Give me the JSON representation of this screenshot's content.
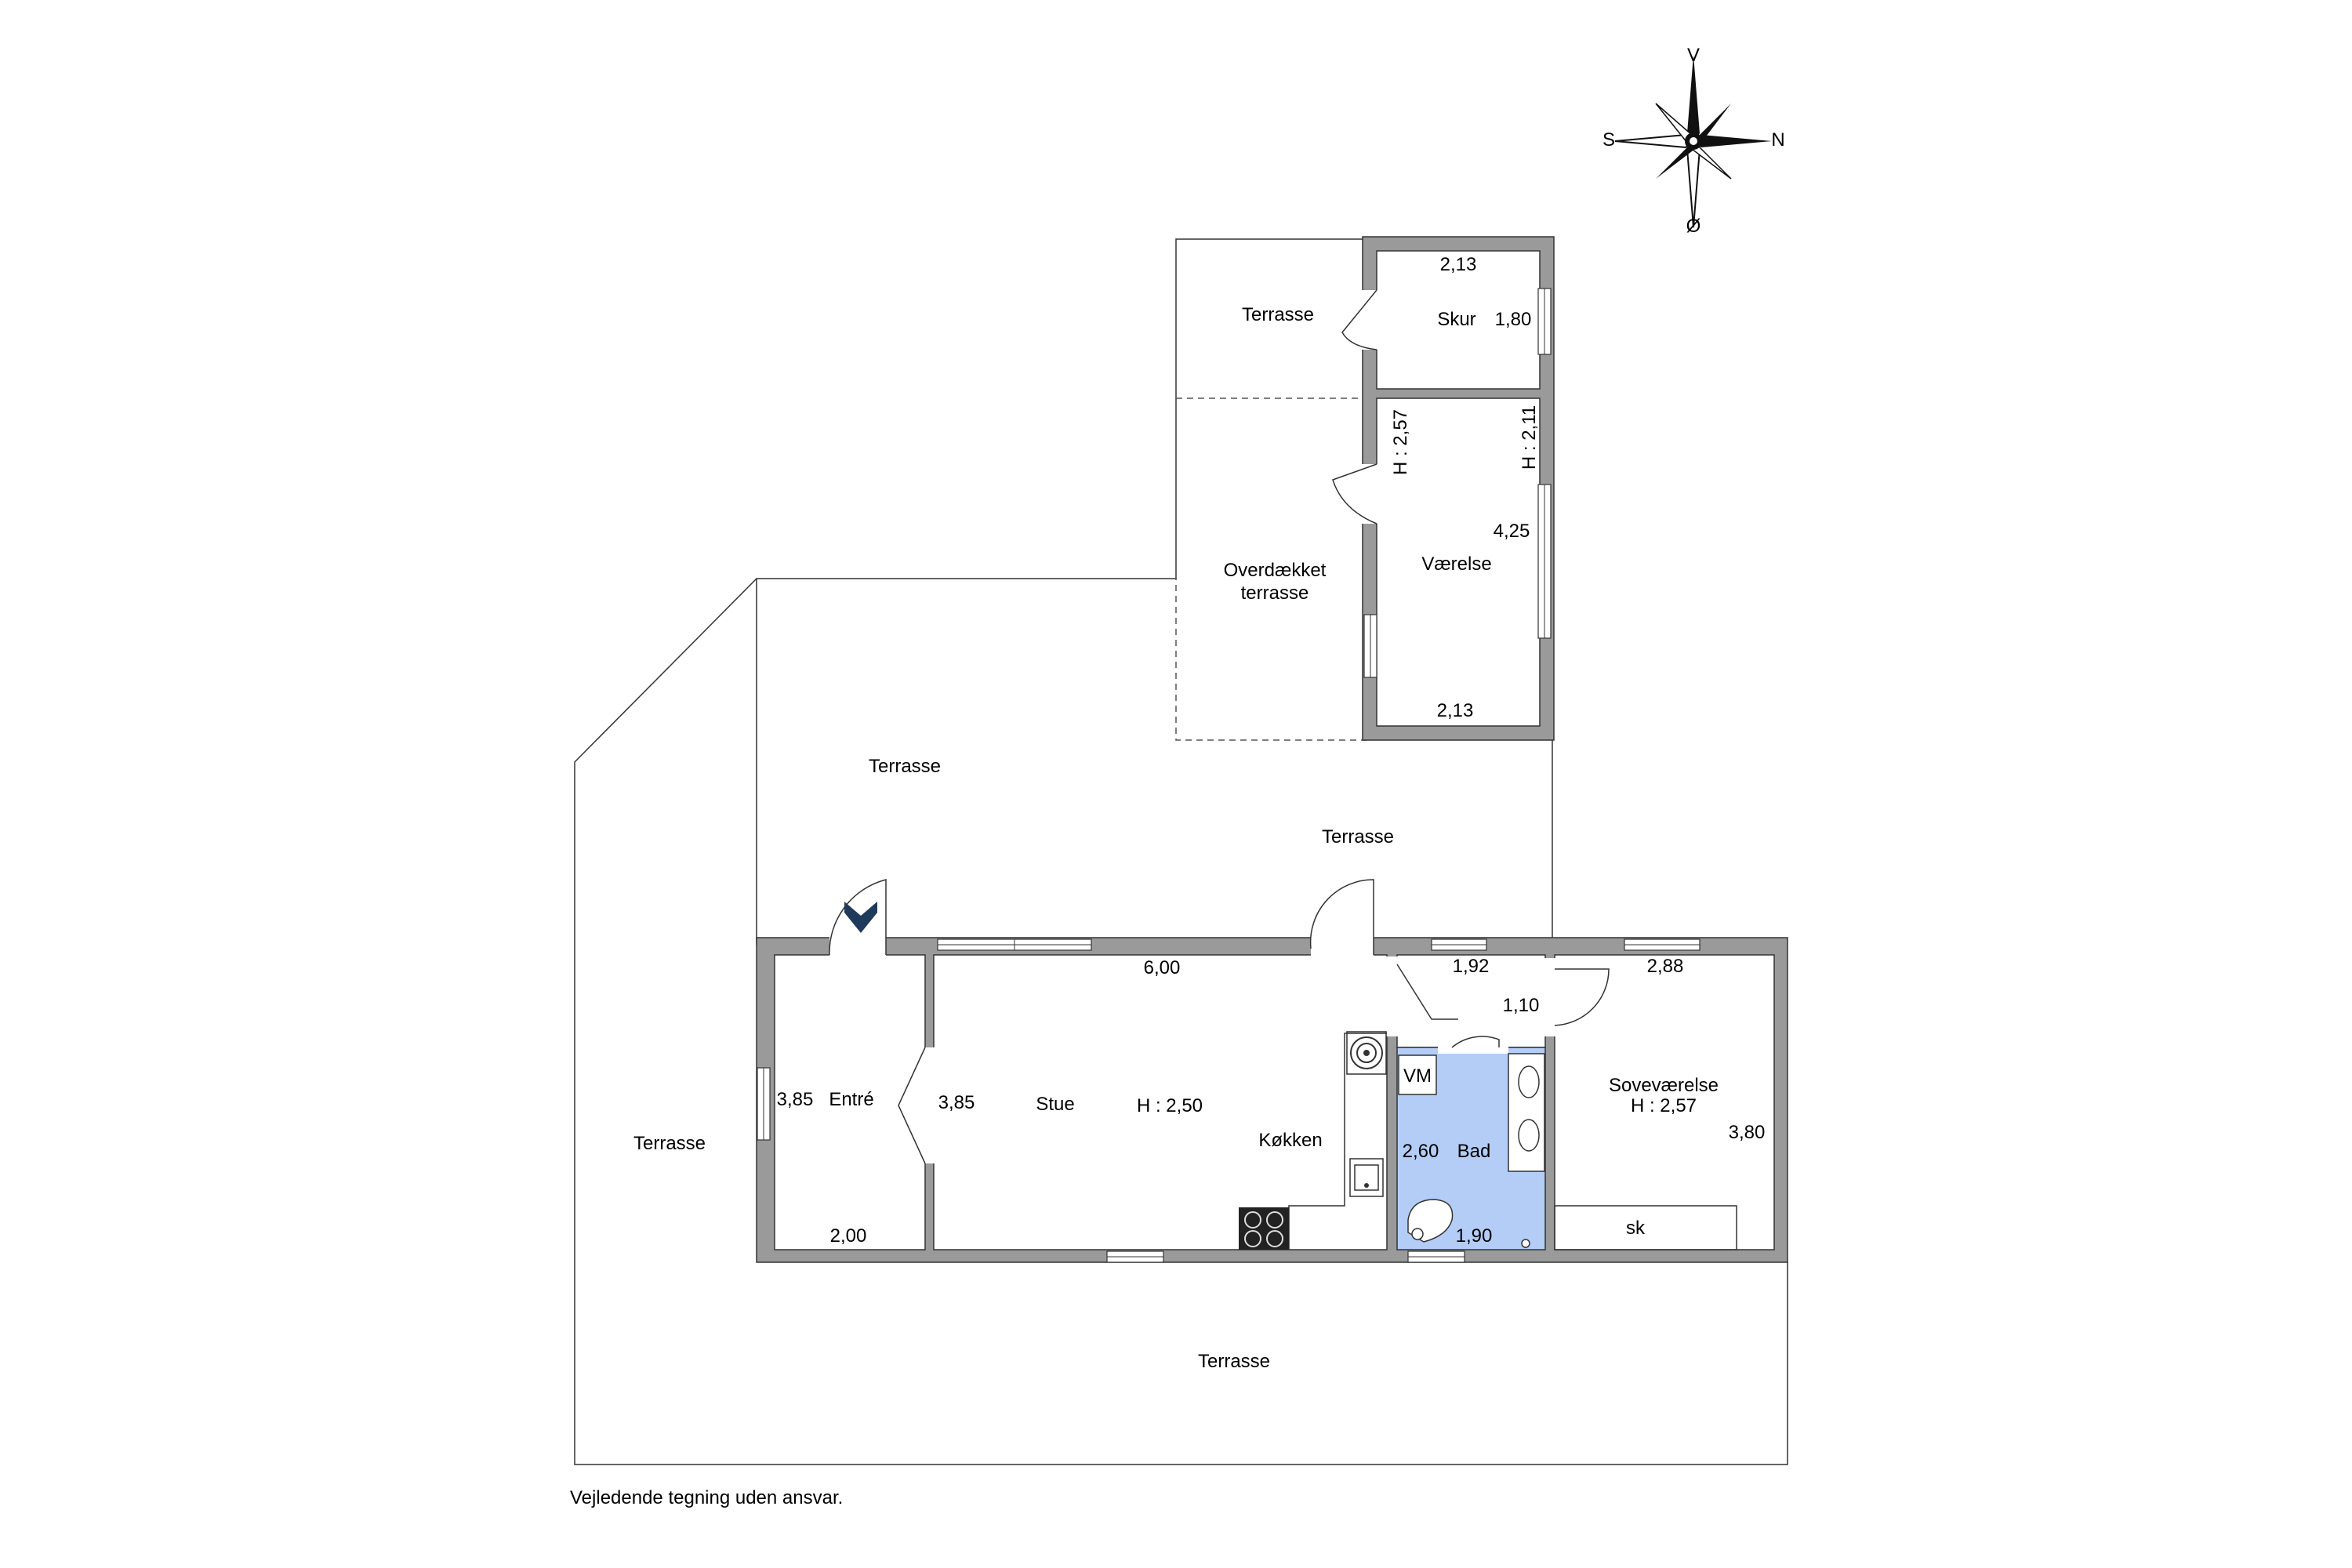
{
  "compass": {
    "north": "V",
    "south": "Ø",
    "west": "S",
    "east": "N"
  },
  "labels": {
    "terrasse_top": "Terrasse",
    "terrasse_mid": "Terrasse",
    "terrasse_right": "Terrasse",
    "terrasse_left": "Terrasse",
    "terrasse_bottom": "Terrasse",
    "overdaekket_1": "Overdækket",
    "overdaekket_2": "terrasse",
    "skur": "Skur",
    "vaerelse": "Værelse",
    "entre": "Entré",
    "stue": "Stue",
    "stue_height": "H : 2,50",
    "koekken": "Køkken",
    "bad": "Bad",
    "vm": "VM",
    "sovevaerelse": "Soveværelse",
    "sove_height": "H : 2,57",
    "sk": "sk",
    "vaerelse_height_left": "H : 2,57",
    "vaerelse_height_right": "H : 2,11",
    "disclaimer": "Vejledende tegning uden ansvar."
  },
  "dimensions": {
    "skur_width": "2,13",
    "skur_depth": "1,80",
    "vaerelse_depth": "4,25",
    "vaerelse_width": "2,13",
    "stue_width": "6,00",
    "stue_depth": "3,85",
    "entre_depth": "3,85",
    "entre_width": "2,00",
    "hall_width": "1,92",
    "hall_depth": "1,10",
    "bad_depth": "2,60",
    "bad_width": "1,90",
    "sove_width": "2,88",
    "sove_depth": "3,80"
  },
  "colors": {
    "wall": "#9a9a9a",
    "bathroom": "#b3cdf7",
    "entry_marker": "#1f3a5a"
  }
}
